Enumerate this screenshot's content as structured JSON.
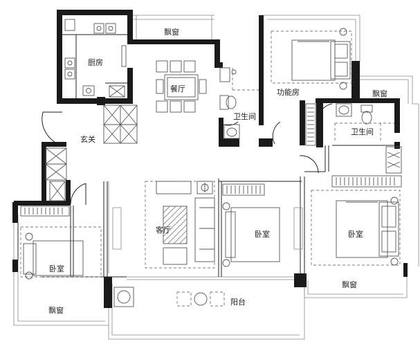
{
  "rooms": {
    "kitchen": "厨房",
    "dining": "餐厅",
    "bay_window_top": "飘窗",
    "function_room": "功能房",
    "bay_window_right_top": "飘窗",
    "bathroom_1": "卫生间",
    "bathroom_2": "卫生间",
    "foyer": "玄关",
    "living_room": "客厅",
    "bedroom_middle": "卧室",
    "bedroom_master": "卧室",
    "bedroom_left": "卧室",
    "bay_window_left": "飘窗",
    "balcony": "阳台",
    "bay_window_right_bottom": "飘窗"
  }
}
